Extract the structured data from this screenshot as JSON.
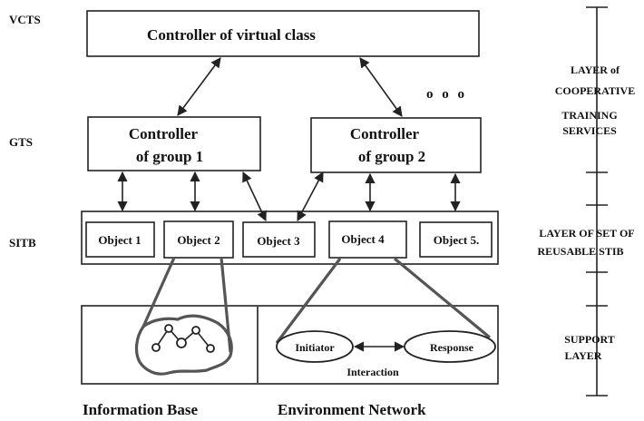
{
  "level_labels": {
    "vcts": "VCTS",
    "gts": "GTS",
    "sitb": "SITB"
  },
  "virtual_class": {
    "label": "Controller of virtual class"
  },
  "ellipsis": "o o o",
  "groups": [
    {
      "line1": "Controller",
      "line2": "of group 1"
    },
    {
      "line1": "Controller",
      "line2": "of group 2"
    }
  ],
  "objects": [
    {
      "label": "Object  1"
    },
    {
      "label": "Object   2"
    },
    {
      "label": "Object 3"
    },
    {
      "label": "Object 4"
    },
    {
      "label": "Object   5."
    }
  ],
  "support": {
    "initiator": "Initiator",
    "response": "Response",
    "interaction": "Interaction"
  },
  "bottom_labels": {
    "information_base": "Information Base",
    "environment_network": "Environment Network"
  },
  "layers": {
    "cooperative": [
      "LAYER of",
      "COOPERATIVE",
      "TRAINING",
      "SERVICES"
    ],
    "reusable": [
      "LAYER OF SET OF",
      "REUSABLE STIB"
    ],
    "support": [
      "SUPPORT",
      "LAYER"
    ]
  }
}
